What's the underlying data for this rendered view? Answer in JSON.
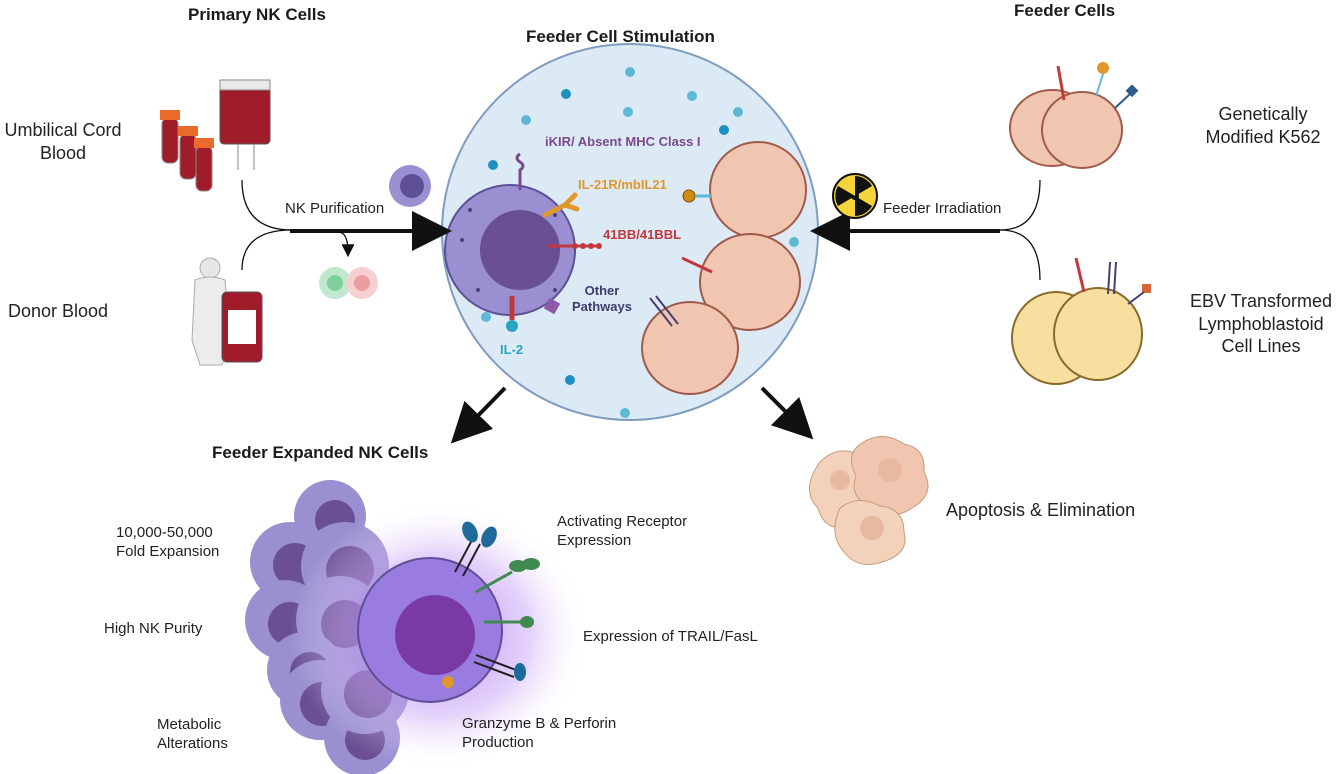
{
  "headings": {
    "primary_nk": "Primary NK Cells",
    "feeder_stim": "Feeder Cell Stimulation",
    "feeder_cells": "Feeder Cells",
    "expanded": "Feeder Expanded NK Cells"
  },
  "sources": {
    "cord_blood": "Umbilical Cord\nBlood",
    "donor_blood": "Donor Blood"
  },
  "steps": {
    "purification": "NK Purification",
    "irradiation": "Feeder Irradiation",
    "apoptosis": "Apoptosis & Elimination"
  },
  "feeder_types": {
    "k562": "Genetically\nModified K562",
    "ebv": "EBV Transformed\nLymphoblastoid\nCell Lines"
  },
  "pathways": {
    "ikir": "iKIR/ Absent MHC Class I",
    "il21": "IL-21R/mbIL21",
    "bb41": "41BB/41BBL",
    "other": "Other\nPathways",
    "il2": "IL-2"
  },
  "outcomes": {
    "fold": "10,000-50,000\nFold Expansion",
    "purity": "High NK Purity",
    "metabolic": "Metabolic\nAlterations",
    "activating": "Activating Receptor\nExpression",
    "trail": "Expression of TRAIL/FasL",
    "granzyme": "Granzyme B & Perforin\nProduction"
  },
  "colors": {
    "ikir": "#7b4a8c",
    "il21": "#e0982a",
    "bb41": "#c0393d",
    "other": "#3d3d6b",
    "il2": "#2aa4c0",
    "nk_cell": "#8f84c4",
    "feeder_peach": "#f0c6b0",
    "feeder_yellow": "#f7dfa0",
    "stim_bg": "#dceaf6"
  }
}
